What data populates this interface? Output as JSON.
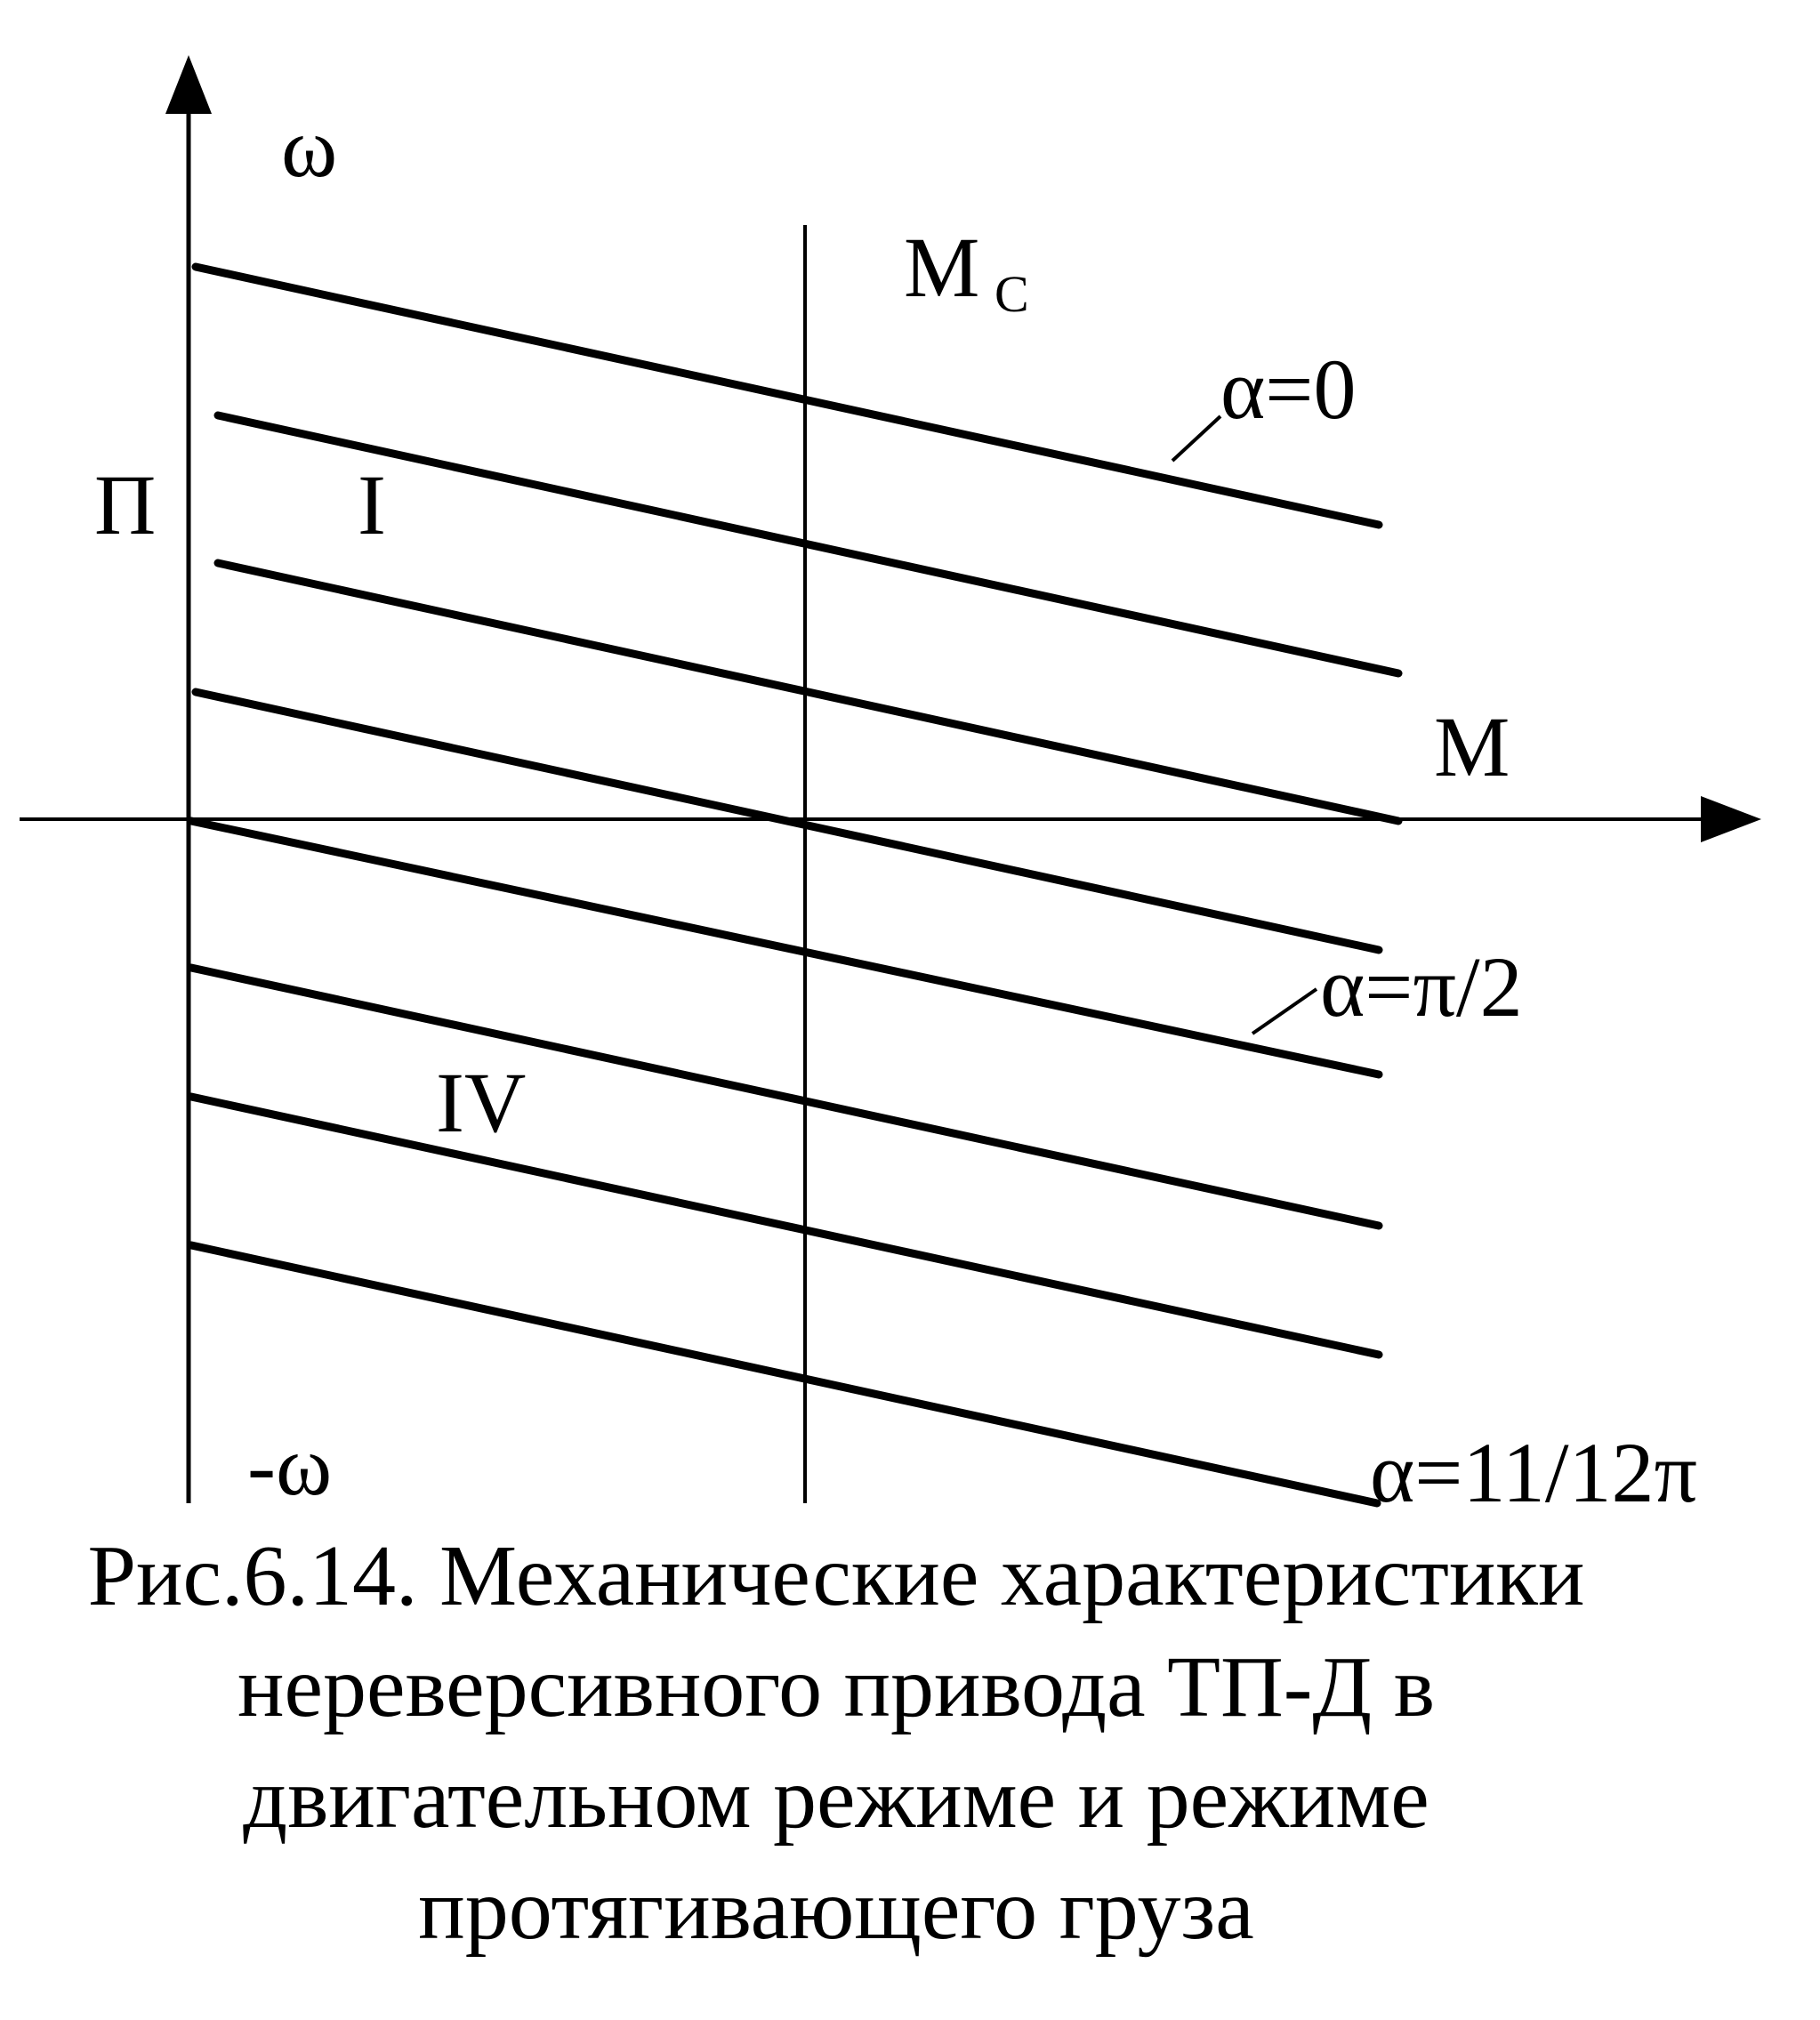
{
  "labels": {
    "omega": "ω",
    "neg_omega": "-ω",
    "torque_axis": "M",
    "static_torque": "M",
    "static_torque_sub": "C",
    "quadrant_1": "I",
    "quadrant_2": "П",
    "quadrant_4": "IV",
    "alpha_0": "α=0",
    "alpha_half_pi": "α=π/2",
    "alpha_11_12_pi": "α=11/12π"
  },
  "caption": {
    "line1": "Рис.6.14. Механические характеристики",
    "line2": "нереверсивного привода ТП-Д в",
    "line3": "двигательном режиме и режиме",
    "line4": "протягивающего груза"
  },
  "colors": {
    "ink": "#000000",
    "background": "#ffffff"
  }
}
